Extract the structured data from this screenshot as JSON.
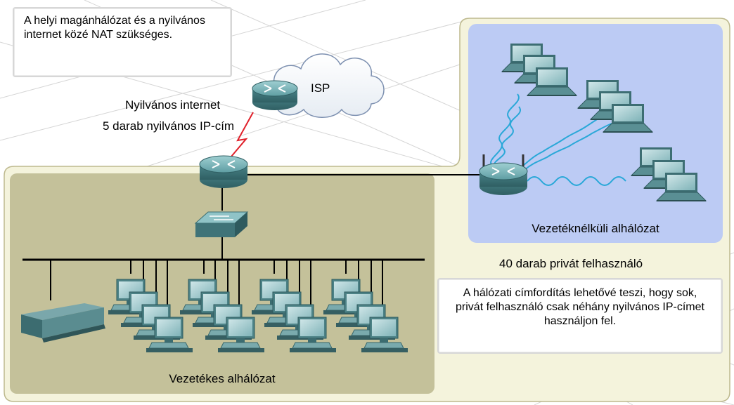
{
  "callout_top": "A helyi magánhálózat és a nyilvános internet közé NAT szükséges.",
  "isp_label": "ISP",
  "public_internet_label": "Nyilvános internet",
  "public_ip_label": "5 darab nyilvános IP-cím",
  "wireless_subnet_label": "Vezetéknélküli alhálózat",
  "private_users_label": "40 darab privát felhasználó",
  "callout_bottom": "A hálózati címfordítás lehetővé teszi, hogy sok, privát  felhasználó csak néhány nyilvános IP-címet használjon fel.",
  "wired_subnet_label": "Vezetékes alhálózat",
  "colors": {
    "wired_zone": "#c4c19a",
    "outer_zone": "#f4f3dc",
    "wireless_zone": "#bccbf4",
    "router": "#4f8c91",
    "wan_link": "#e0202a",
    "wireless_signal": "#2aa8d8"
  }
}
